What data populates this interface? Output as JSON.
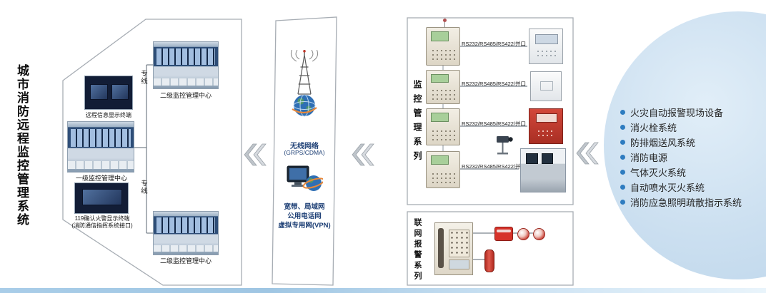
{
  "title": "城市消防远程监控管理系统",
  "left_panel": {
    "level2_top_label": "二级监控管理中心",
    "remote_display_label": "远程信息显示终端",
    "level1_label": "一级监控管理中心",
    "fire119_label_line1": "119确认火警显示终端",
    "fire119_label_line2": "(消防通信指挥系统接口)",
    "level2_bottom_label": "二级监控管理中心",
    "dedicated_line_top": "专线",
    "dedicated_line_bottom": "专线"
  },
  "network_panel": {
    "wireless_title": "无线网络",
    "wireless_subtitle": "(GRPS/CDMA)",
    "wired_line1": "宽带、局域网",
    "wired_line2": "公用电话网",
    "wired_line3": "虚拟专用网(VPN)"
  },
  "monitor_panel": {
    "side_label": "监控管理系列",
    "bus_label_1": "RS232/RS485/RS422/并口",
    "bus_label_2": "RS232/RS485/RS422/并口",
    "bus_label_3": "RS232/RS485/RS422/并口",
    "bus_label_4": "RS232/RS485/RS422/并口"
  },
  "alarm_panel": {
    "side_label": "联网报警系列"
  },
  "features": {
    "items": [
      "火灾自动报警现场设备",
      "消火栓系统",
      "防排烟送风系统",
      "消防电源",
      "气体灭火系统",
      "自动喷水灭火系统",
      "消防应急照明疏散指示系统"
    ]
  },
  "colors": {
    "accent_blue": "#2e7cc0",
    "circle_fill": "#cbdff0"
  }
}
